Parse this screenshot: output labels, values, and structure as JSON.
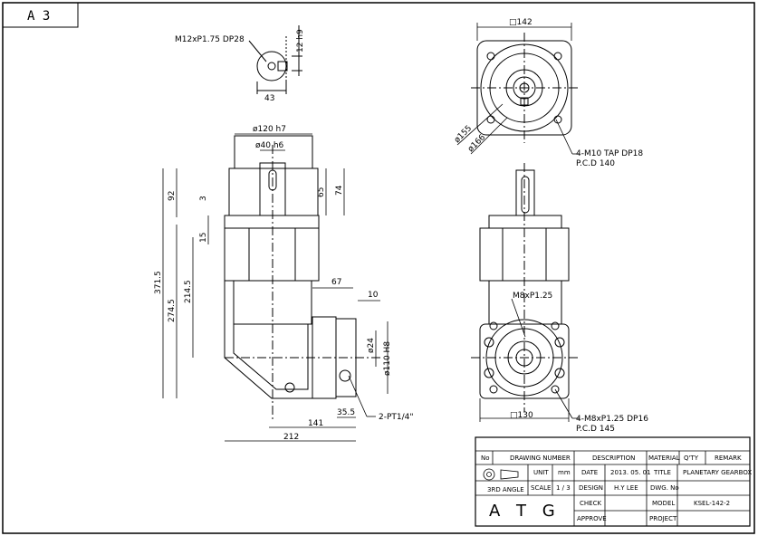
{
  "sheet": {
    "size": "A 3"
  },
  "shaft_detail": {
    "thread": "M12xP1.75 DP28",
    "key_height": "12 h9",
    "width": "43"
  },
  "side_view": {
    "d_flange_pilot": "ø120 h7",
    "d_shaft": "ø40 h6",
    "h_92": "92",
    "h_3": "3",
    "h_65": "65",
    "h_74": "74",
    "h_15": "15",
    "h_371_5": "371.5",
    "h_274_5": "274.5",
    "h_214_5": "214.5",
    "w_67": "67",
    "w_10": "10",
    "d_24": "ø24",
    "d_110": "ø110 H8",
    "w_35_5": "35.5",
    "w_141": "141",
    "w_212": "212",
    "port": "2-PT1/4\""
  },
  "top_view": {
    "square": "□142",
    "d_155": "ø155",
    "d_166": "ø166",
    "tap_note_1": "4-M10 TAP DP18",
    "tap_note_2": "P.C.D 140"
  },
  "front_view": {
    "thread": "M8xP1.25",
    "square": "□130",
    "tap_note_1": "4-M8xP1.25 DP16",
    "tap_note_2": "P.C.D 145"
  },
  "title_block": {
    "headers": {
      "no": "No",
      "drawing_number": "DRAWING NUMBER",
      "description": "DESCRIPTION",
      "material": "MATERIAL",
      "qty": "Q'TY",
      "remark": "REMARK"
    },
    "angle": "3RD ANGLE",
    "unit_label": "UNIT",
    "unit_value": "mm",
    "scale_label": "SCALE",
    "scale_value": "1 / 3",
    "date_label": "DATE",
    "date_value": "2013. 05. 01",
    "design_label": "DESIGN",
    "design_value": "H.Y LEE",
    "check_label": "CHECK",
    "approve_label": "APPROVE",
    "title_label": "TITLE",
    "title_value": "PLANETARY GEARBOX",
    "dwg_label": "DWG. No",
    "model_label": "MODEL",
    "model_value": "KSEL-142-2",
    "project_label": "PROJECT",
    "logo": "A T G"
  }
}
